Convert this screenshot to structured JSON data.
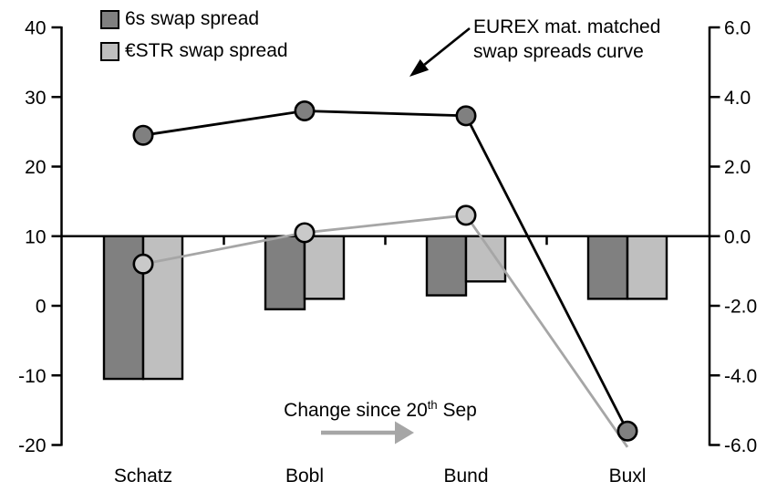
{
  "legend": {
    "items": [
      {
        "label": "6s swap spread",
        "color": "#808080"
      },
      {
        "label": "€STR swap spread",
        "color": "#bfbfbf"
      }
    ]
  },
  "annotations": {
    "curve_label_line1": "EUREX mat. matched",
    "curve_label_line2": "swap spreads curve",
    "change_prefix": "Change since 20",
    "change_sup": "th",
    "change_suffix": " Sep"
  },
  "colors": {
    "black": "#000000",
    "dark_gray": "#808080",
    "light_gray": "#bfbfbf",
    "line_gray": "#a6a6a6",
    "marker_light": "#c9c9c9",
    "arrow_gray": "#a6a6a6"
  },
  "chart_data": {
    "type": "combo-bar-line",
    "categories": [
      "Schatz",
      "Bobl",
      "Bund",
      "Buxl"
    ],
    "bar_axis": "right",
    "line_axis": "left",
    "bar_series": [
      {
        "key": "6s-change",
        "name": "6s swap spread",
        "color": "#808080",
        "values": [
          -4.1,
          -2.1,
          -1.7,
          -1.8
        ]
      },
      {
        "key": "estr-change",
        "name": "€STR swap spread",
        "color": "#bfbfbf",
        "values": [
          -4.1,
          -1.8,
          -1.3,
          -1.8
        ]
      }
    ],
    "line_series": [
      {
        "key": "estr-curve",
        "name": "€STR swap spread curve",
        "color": "#a6a6a6",
        "marker_fill": "#c9c9c9",
        "values": [
          6,
          10.5,
          13,
          -20.3
        ],
        "markers": [
          true,
          true,
          true,
          false
        ]
      },
      {
        "key": "6s-curve",
        "name": "6s swap spread curve",
        "color": "#000000",
        "marker_fill": "#808080",
        "values": [
          24.5,
          28,
          27.3,
          -18
        ],
        "markers": [
          true,
          true,
          true,
          true
        ]
      }
    ],
    "left_axis": {
      "labels": [
        "40",
        "30",
        "20",
        "10",
        "0",
        "-10",
        "-20"
      ],
      "values": [
        40,
        30,
        20,
        10,
        0,
        -10,
        -20
      ],
      "range": [
        -20,
        40
      ]
    },
    "right_axis": {
      "labels": [
        "6.0",
        "4.0",
        "2.0",
        "0.0",
        "-2.0",
        "-4.0",
        "-6.0"
      ],
      "values": [
        6,
        4,
        2,
        0,
        -2,
        -4,
        -6
      ],
      "range": [
        -6,
        6
      ]
    },
    "bars_baseline_right_value": 0.0,
    "grid": false,
    "legend_position": "top-left"
  }
}
